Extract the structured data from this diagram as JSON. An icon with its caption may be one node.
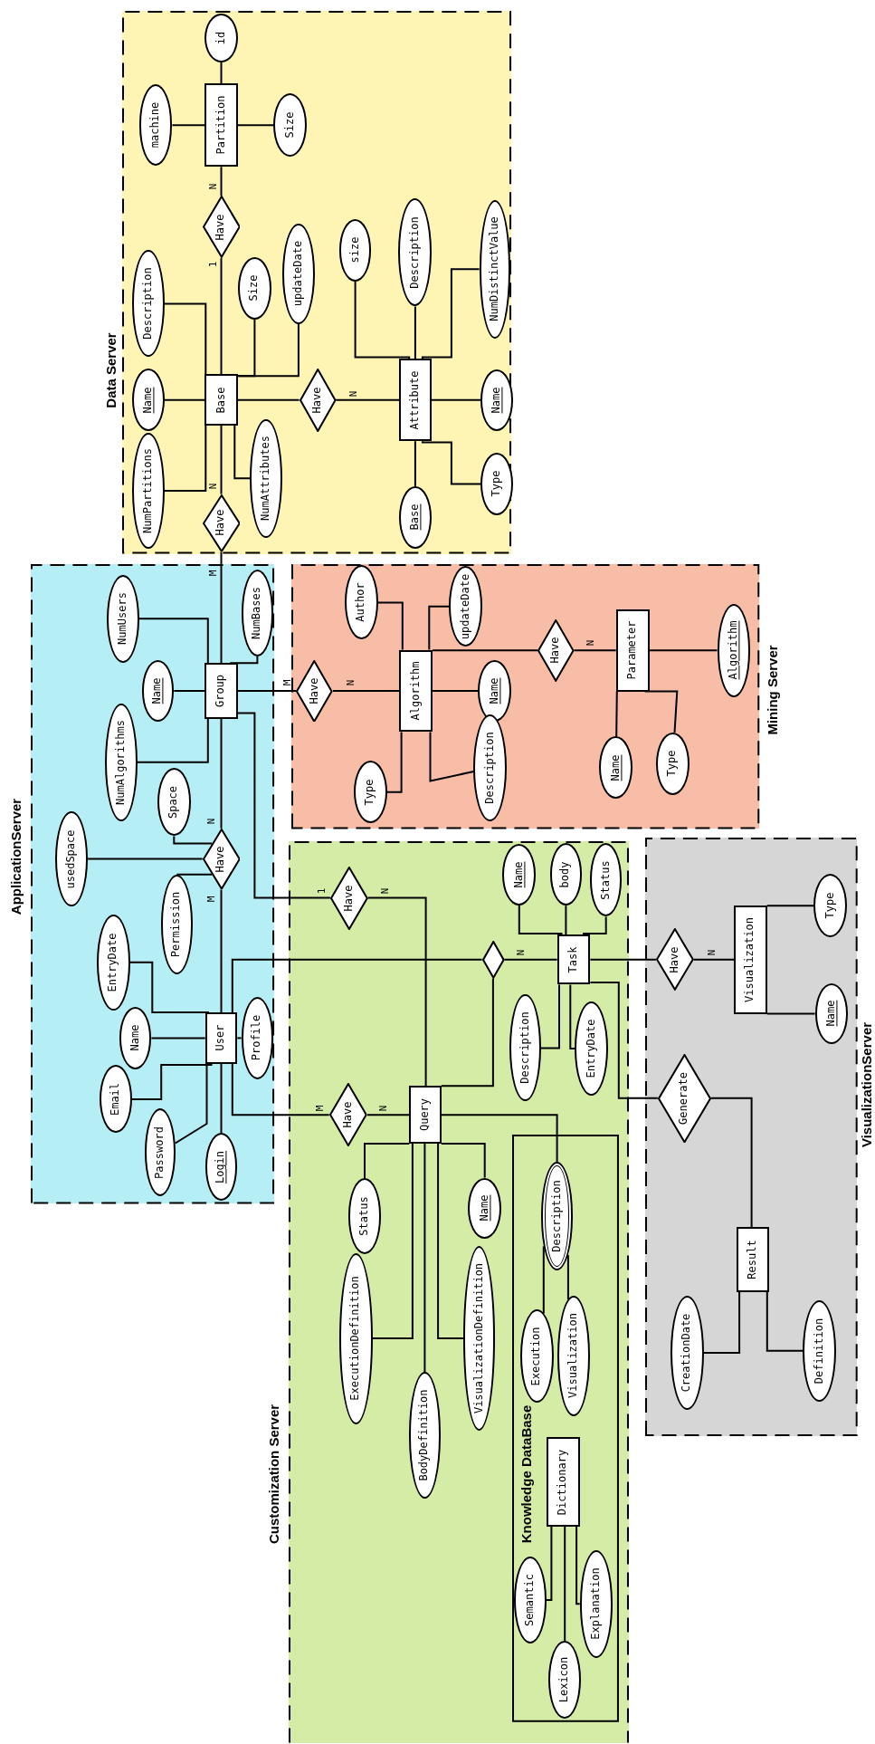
{
  "diagram": {
    "nodes": [
      {
        "text": [
          "Data Server"
        ]
      },
      {
        "text": [
          "id"
        ],
        "in": 0
      },
      {
        "text": [
          "machine"
        ],
        "in": 0
      },
      {
        "text": [
          "Partition"
        ],
        "in": 0
      },
      {
        "text": [
          "Size"
        ],
        "in": 0
      },
      {
        "text": [
          "Have"
        ],
        "in": 0
      },
      {
        "text": [
          "Description"
        ],
        "in": 0
      },
      {
        "text": [
          "Size"
        ],
        "in": 0
      },
      {
        "text": [
          "updateDate"
        ],
        "in": 0
      },
      {
        "text": [
          "size"
        ],
        "in": 0
      },
      {
        "text": [
          "Description"
        ],
        "in": 0
      },
      {
        "text": [
          "NumDistinctValue"
        ],
        "in": 0
      },
      {
        "text": [
          "Name"
        ],
        "in": 0
      },
      {
        "text": [
          "Base"
        ],
        "in": 0
      },
      {
        "text": [
          "Have"
        ],
        "in": 0
      },
      {
        "text": [
          "Attribute"
        ],
        "in": 0
      },
      {
        "text": [
          "Name"
        ],
        "in": 0
      },
      {
        "text": [
          "NumPartitions"
        ],
        "in": 0
      },
      {
        "text": [
          "NumAttributes"
        ],
        "in": 0
      },
      {
        "text": [
          "Type"
        ],
        "in": 0
      },
      {
        "text": [
          "Base"
        ],
        "in": 0
      },
      {
        "text": [
          "Have"
        ],
        "in": 0
      },
      {
        "text": [
          "ApplicationServer"
        ]
      },
      {
        "text": [
          "NumUsers"
        ],
        "in": 22
      },
      {
        "text": [
          "NumBases"
        ],
        "in": 22
      },
      {
        "text": [
          "Name"
        ],
        "in": 22
      },
      {
        "text": [
          "Group"
        ],
        "in": 22
      },
      {
        "text": [
          "NumAlgorithms"
        ],
        "in": 22
      },
      {
        "text": [
          "Space"
        ],
        "in": 22
      },
      {
        "text": [
          "usedSpace"
        ],
        "in": 22
      },
      {
        "text": [
          "Have"
        ],
        "in": 22
      },
      {
        "text": [
          "Permission"
        ],
        "in": 22
      },
      {
        "text": [
          "EntryDate"
        ],
        "in": 22
      },
      {
        "text": [
          "Name"
        ],
        "in": 22
      },
      {
        "text": [
          "User"
        ],
        "in": 22
      },
      {
        "text": [
          "Profile"
        ],
        "in": 22
      },
      {
        "text": [
          "Email"
        ],
        "in": 22
      },
      {
        "text": [
          "Password"
        ],
        "in": 22
      },
      {
        "text": [
          "Login"
        ],
        "in": 22
      },
      {
        "text": [
          "Mining Server"
        ]
      },
      {
        "text": [
          "Author"
        ],
        "in": 39
      },
      {
        "text": [
          "updateDate"
        ],
        "in": 39
      },
      {
        "text": [
          "Have"
        ],
        "in": 39
      },
      {
        "text": [
          "Algorithm"
        ],
        "in": 39
      },
      {
        "text": [
          "Name"
        ],
        "in": 39
      },
      {
        "text": [
          "Have"
        ],
        "in": 39
      },
      {
        "text": [
          "Parameter"
        ],
        "in": 39
      },
      {
        "text": [
          "Algorithm"
        ],
        "in": 39
      },
      {
        "text": [
          "Name"
        ],
        "in": 39
      },
      {
        "text": [
          "Type"
        ],
        "in": 39
      },
      {
        "text": [
          "Type"
        ],
        "in": 39
      },
      {
        "text": [
          "Description"
        ],
        "in": 39
      },
      {
        "text": [
          "Customization Server"
        ]
      },
      {
        "text": [
          "Have"
        ],
        "in": 52
      },
      {
        "text": [
          "Name"
        ],
        "in": 52
      },
      {
        "text": [
          "body"
        ],
        "in": 52
      },
      {
        "text": [
          "Status"
        ],
        "in": 52
      },
      {
        "text": [],
        "shape": "diamond",
        "in": 52
      },
      {
        "text": [
          "Task"
        ],
        "in": 52
      },
      {
        "text": [
          "Description"
        ],
        "in": 52
      },
      {
        "text": [
          "EntryDate"
        ],
        "in": 52
      },
      {
        "text": [
          "Have"
        ],
        "in": 52
      },
      {
        "text": [
          "Query"
        ],
        "in": 52
      },
      {
        "text": [
          "Status"
        ],
        "in": 52
      },
      {
        "text": [
          "Name"
        ],
        "in": 52
      },
      {
        "text": [
          "Knowledge DataBase"
        ],
        "in": 52
      },
      {
        "text": [
          "Description"
        ],
        "in": 65
      },
      {
        "text": [
          "ExecutionDefinition"
        ],
        "in": 52
      },
      {
        "text": [
          "VisualizationDefinition"
        ],
        "in": 52
      },
      {
        "text": [
          "Execution"
        ],
        "in": 65
      },
      {
        "text": [
          "Visualization"
        ],
        "in": 65
      },
      {
        "text": [
          "BodyDefinition"
        ],
        "in": 52
      },
      {
        "text": [
          "Dictionary"
        ],
        "in": 65
      },
      {
        "text": [
          "Semantic"
        ],
        "in": 65
      },
      {
        "text": [
          "Explanation"
        ],
        "in": 65
      },
      {
        "text": [
          "Lexicon"
        ],
        "in": 65
      },
      {
        "text": [
          "VisualizationServer"
        ]
      },
      {
        "text": [
          "Have"
        ],
        "in": 76
      },
      {
        "text": [
          "Visualization"
        ],
        "in": 76
      },
      {
        "text": [
          "Type"
        ],
        "in": 76
      },
      {
        "text": [
          "Name"
        ],
        "in": 76
      },
      {
        "text": [
          "Generate"
        ],
        "in": 76
      },
      {
        "text": [
          "Result"
        ],
        "in": 76
      },
      {
        "text": [
          "CreationDate"
        ],
        "in": 76
      },
      {
        "text": [
          "Definition"
        ],
        "in": 76
      }
    ],
    "edges": [
      {
        "from": 2,
        "to": 3,
        "arrow": "none"
      },
      {
        "from": 1,
        "to": 3,
        "arrow": "none"
      },
      {
        "from": 4,
        "to": 3,
        "arrow": "none"
      },
      {
        "from": 3,
        "to": 5,
        "arrow": "none",
        "label": "N"
      },
      {
        "from": 5,
        "to": 13,
        "arrow": "none",
        "label": "1"
      },
      {
        "from": 6,
        "to": 13,
        "arrow": "none"
      },
      {
        "from": 7,
        "to": 13,
        "arrow": "none"
      },
      {
        "from": 8,
        "to": 13,
        "arrow": "none"
      },
      {
        "from": 12,
        "to": 13,
        "arrow": "none"
      },
      {
        "from": 13,
        "to": 14,
        "arrow": "none"
      },
      {
        "from": 14,
        "to": 15,
        "arrow": "none",
        "label": "N"
      },
      {
        "from": 9,
        "to": 15,
        "arrow": "none"
      },
      {
        "from": 10,
        "to": 15,
        "arrow": "none"
      },
      {
        "from": 11,
        "to": 15,
        "arrow": "none"
      },
      {
        "from": 16,
        "to": 15,
        "arrow": "none"
      },
      {
        "from": 19,
        "to": 15,
        "arrow": "none"
      },
      {
        "from": 20,
        "to": 15,
        "arrow": "none"
      },
      {
        "from": 17,
        "to": 13,
        "arrow": "none"
      },
      {
        "from": 18,
        "to": 13,
        "arrow": "none"
      },
      {
        "from": 13,
        "to": 21,
        "arrow": "none",
        "label": "N"
      },
      {
        "from": 21,
        "to": 26,
        "arrow": "none",
        "label": "M"
      },
      {
        "from": 23,
        "to": 26,
        "arrow": "none"
      },
      {
        "from": 24,
        "to": 26,
        "arrow": "none"
      },
      {
        "from": 25,
        "to": 26,
        "arrow": "none"
      },
      {
        "from": 27,
        "to": 26,
        "arrow": "none"
      },
      {
        "from": 26,
        "to": 30,
        "arrow": "none",
        "label": "N"
      },
      {
        "from": 28,
        "to": 30,
        "arrow": "none"
      },
      {
        "from": 29,
        "to": 30,
        "arrow": "none"
      },
      {
        "from": 31,
        "to": 30,
        "arrow": "none"
      },
      {
        "from": 30,
        "to": 34,
        "arrow": "none",
        "label": "M"
      },
      {
        "from": 32,
        "to": 34,
        "arrow": "none"
      },
      {
        "from": 33,
        "to": 34,
        "arrow": "none"
      },
      {
        "from": 35,
        "to": 34,
        "arrow": "none"
      },
      {
        "from": 36,
        "to": 34,
        "arrow": "none"
      },
      {
        "from": 37,
        "to": 34,
        "arrow": "none"
      },
      {
        "from": 38,
        "to": 34,
        "arrow": "none"
      },
      {
        "from": 26,
        "to": 42,
        "arrow": "none",
        "label": "M"
      },
      {
        "from": 42,
        "to": 43,
        "arrow": "none",
        "label": "N"
      },
      {
        "from": 40,
        "to": 43,
        "arrow": "none"
      },
      {
        "from": 41,
        "to": 43,
        "arrow": "none"
      },
      {
        "from": 44,
        "to": 43,
        "arrow": "none"
      },
      {
        "from": 50,
        "to": 43,
        "arrow": "none"
      },
      {
        "from": 51,
        "to": 43,
        "arrow": "none"
      },
      {
        "from": 43,
        "to": 45,
        "arrow": "none"
      },
      {
        "from": 45,
        "to": 46,
        "arrow": "none",
        "label": "N"
      },
      {
        "from": 47,
        "to": 46,
        "arrow": "none"
      },
      {
        "from": 48,
        "to": 46,
        "arrow": "none"
      },
      {
        "from": 49,
        "to": 46,
        "arrow": "none"
      },
      {
        "from": 26,
        "to": 53,
        "arrow": "none",
        "label": "1"
      },
      {
        "from": 53,
        "to": 62,
        "arrow": "none",
        "label": "N"
      },
      {
        "from": 54,
        "to": 58,
        "arrow": "none"
      },
      {
        "from": 55,
        "to": 58,
        "arrow": "none"
      },
      {
        "from": 56,
        "to": 58,
        "arrow": "none"
      },
      {
        "from": 34,
        "to": 57,
        "arrow": "none"
      },
      {
        "from": 57,
        "to": 58,
        "arrow": "none",
        "label": "N"
      },
      {
        "from": 57,
        "to": 62,
        "arrow": "none"
      },
      {
        "from": 59,
        "to": 58,
        "arrow": "none"
      },
      {
        "from": 60,
        "to": 58,
        "arrow": "none"
      },
      {
        "from": 34,
        "to": 61,
        "arrow": "none",
        "label": "M"
      },
      {
        "from": 61,
        "to": 62,
        "arrow": "none",
        "label": "N"
      },
      {
        "from": 63,
        "to": 62,
        "arrow": "none"
      },
      {
        "from": 64,
        "to": 62,
        "arrow": "none"
      },
      {
        "from": 67,
        "to": 62,
        "arrow": "none"
      },
      {
        "from": 71,
        "to": 62,
        "arrow": "none"
      },
      {
        "from": 68,
        "to": 62,
        "arrow": "none"
      },
      {
        "from": 62,
        "to": 66,
        "arrow": "none"
      },
      {
        "from": 66,
        "to": 69,
        "arrow": "none"
      },
      {
        "from": 66,
        "to": 70,
        "arrow": "none"
      },
      {
        "from": 73,
        "to": 72,
        "arrow": "none"
      },
      {
        "from": 75,
        "to": 72,
        "arrow": "none"
      },
      {
        "from": 74,
        "to": 72,
        "arrow": "none"
      },
      {
        "from": 58,
        "to": 77,
        "arrow": "none"
      },
      {
        "from": 77,
        "to": 78,
        "arrow": "none",
        "label": "N"
      },
      {
        "from": 79,
        "to": 78,
        "arrow": "none"
      },
      {
        "from": 80,
        "to": 78,
        "arrow": "none"
      },
      {
        "from": 58,
        "to": 81,
        "arrow": "none"
      },
      {
        "from": 81,
        "to": 82,
        "arrow": "none"
      },
      {
        "from": 83,
        "to": 82,
        "arrow": "none"
      },
      {
        "from": 84,
        "to": 82,
        "arrow": "none"
      }
    ]
  }
}
